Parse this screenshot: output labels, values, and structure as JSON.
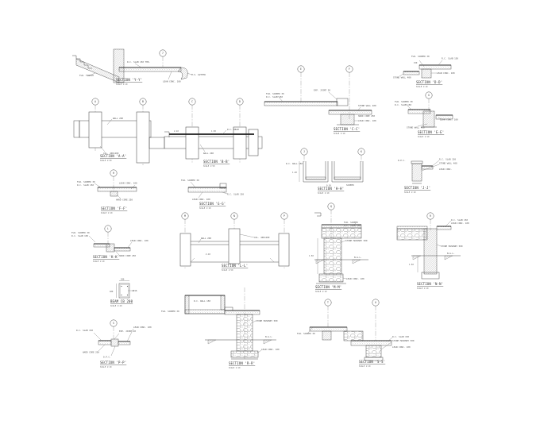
{
  "sheet": {
    "background": "#ffffff",
    "line_color": "#4a4a4a",
    "accent_dark": "#1c1c1c"
  },
  "details": [
    {
      "name": "stair-edge-section",
      "title": "SECTION 'Y-Y'",
      "scale": "SCALE 1:10",
      "bubbles": [
        "7"
      ],
      "notes": [
        "FLR. FINISH",
        "R.C. SLAB 150 THK.",
        "M.S. GUTTER",
        "LEAN CONC. 100"
      ]
    },
    {
      "name": "wall-plan-aa",
      "title": "SECTION 'A-A'",
      "scale": "SCALE 1:50",
      "bubbles": [
        "A",
        "B"
      ],
      "notes": [
        "WALL 200",
        "COL. 400×400"
      ]
    },
    {
      "name": "wall-plan-bb",
      "title": "SECTION 'B-B'",
      "scale": "SCALE 1:50",
      "bubbles": [
        "C",
        "D"
      ],
      "notes": [
        "R.C. BEAM",
        "WALL 200"
      ],
      "dims": [
        "2.10",
        "1.50"
      ]
    },
    {
      "name": "floor-step-section",
      "title": "SECTION 'C-C'",
      "scale": "SCALE 1:10",
      "bubbles": [
        "E",
        "F"
      ],
      "notes": [
        "FLR. SCREED 30",
        "R.C. SLAB 150",
        "EXP. JOINT 20",
        "STONE WALL 400",
        "HARD CORE 250",
        "LEAN CONC. 100"
      ]
    },
    {
      "name": "slab-joint-upper-right",
      "title": "SECTION 'D-D'",
      "scale": "SCALE 1:10",
      "notes": [
        "FLR. SCREED 30",
        "R.C. SLAB 150",
        "LEAN CONC. 100",
        "STONE WALL 400"
      ],
      "dims": [
        "150"
      ]
    },
    {
      "name": "slab-joint-lower-right",
      "title": "SECTION 'E-E'",
      "scale": "SCALE 1:10",
      "bubbles": [
        "G"
      ],
      "notes": [
        "FLR. SCREED 30",
        "R.C. SLAB 150",
        "LEAN CONC. 100",
        "STONE WALL 400"
      ]
    },
    {
      "name": "slab-on-grade-left",
      "title": "SECTION 'F-F'",
      "scale": "SCALE 1:10",
      "bubbles": [
        "H"
      ],
      "notes": [
        "FLR. SCREED 30",
        "R.C. SLAB 150",
        "LEAN CONC. 100",
        "HARD CORE 250"
      ]
    },
    {
      "name": "slab-curb-section",
      "title": "SECTION 'G-G'",
      "scale": "SCALE 1:10",
      "notes": [
        "FLR. SCREED 30",
        "R.C. SLAB 150",
        "LEAN CONC. 100"
      ]
    },
    {
      "name": "duct-channels-section",
      "title": "SECTION 'H-H'",
      "scale": "SCALE 1:10",
      "bubbles": [
        "J",
        "K"
      ],
      "notes": [
        "R.C. WALL 150",
        "SCREED"
      ],
      "dims": [
        "1.20",
        "0.30"
      ]
    },
    {
      "name": "wall-slab-section-right",
      "title": "SECTION 'J-J'",
      "scale": "SCALE 1:10",
      "notes": [
        "R.C. SLAB 150",
        "STONE WALL 400",
        "LEAN CONC.",
        "D.P.C."
      ]
    },
    {
      "name": "stepped-slab-section",
      "title": "SECTION 'K-K'",
      "scale": "SCALE 1:10",
      "bubbles": [
        "L"
      ],
      "notes": [
        "FLR. SCREED 30",
        "R.C. SLAB 150",
        "LEAN CONC. 100",
        "HARD CORE 250"
      ]
    },
    {
      "name": "beam-cross-section",
      "title": "BEAM CB 200",
      "scale": "SCALE 1:20",
      "notes": [
        "4Ø16"
      ],
      "dims": [
        "200",
        "400"
      ]
    },
    {
      "name": "wall-plan-cc",
      "title": "SECTION 'L-L'",
      "scale": "SCALE 1:50",
      "bubbles": [
        "M",
        "N",
        "P"
      ],
      "notes": [
        "WALL 200",
        "COL. 400×400"
      ],
      "dims": [
        "2.10"
      ]
    },
    {
      "name": "stone-foundation-left",
      "title": "SECTION 'M-M'",
      "scale": "SCALE 1:10",
      "bubbles": [
        "Q"
      ],
      "notes": [
        "FLR. SCREED",
        "R.C. SLAB 150",
        "STONE MASONRY 500",
        "N.G.L.",
        "LEAN CONC. 100"
      ],
      "dims": [
        "1.50"
      ]
    },
    {
      "name": "stone-foundation-right",
      "title": "SECTION 'N-N'",
      "scale": "SCALE 1:10",
      "bubbles": [
        "R"
      ],
      "notes": [
        "R.C. SLAB 150",
        "LEAN CONC. 100",
        "STONE MASONRY 500",
        "N.G.L."
      ],
      "dims": [
        "1.50"
      ]
    },
    {
      "name": "expansion-joint-section",
      "title": "SECTION 'P-P'",
      "scale": "SCALE 1:10",
      "bubbles": [
        "S"
      ],
      "notes": [
        "FLR. SCREED 30",
        "R.C. SLAB 150",
        "EXP. JOINT 20",
        "LEAN CONC. 100",
        "HARD CORE 250",
        "D.P.C."
      ]
    },
    {
      "name": "pit-foundation-section",
      "title": "SECTION 'R-R'",
      "scale": "SCALE 1:10",
      "notes": [
        "R.C. WALL 150",
        "STONE MASONRY 500",
        "N.G.L.",
        "LEAN CONC. 100"
      ]
    },
    {
      "name": "stepped-stone-foundation",
      "title": "SECTION 'S-S'",
      "scale": "SCALE 1:10",
      "bubbles": [
        "T",
        "U"
      ],
      "notes": [
        "FLR. SCREED 30",
        "R.C. SLAB 150",
        "STONE MASONRY 500",
        "LEAN CONC. 100"
      ]
    }
  ]
}
